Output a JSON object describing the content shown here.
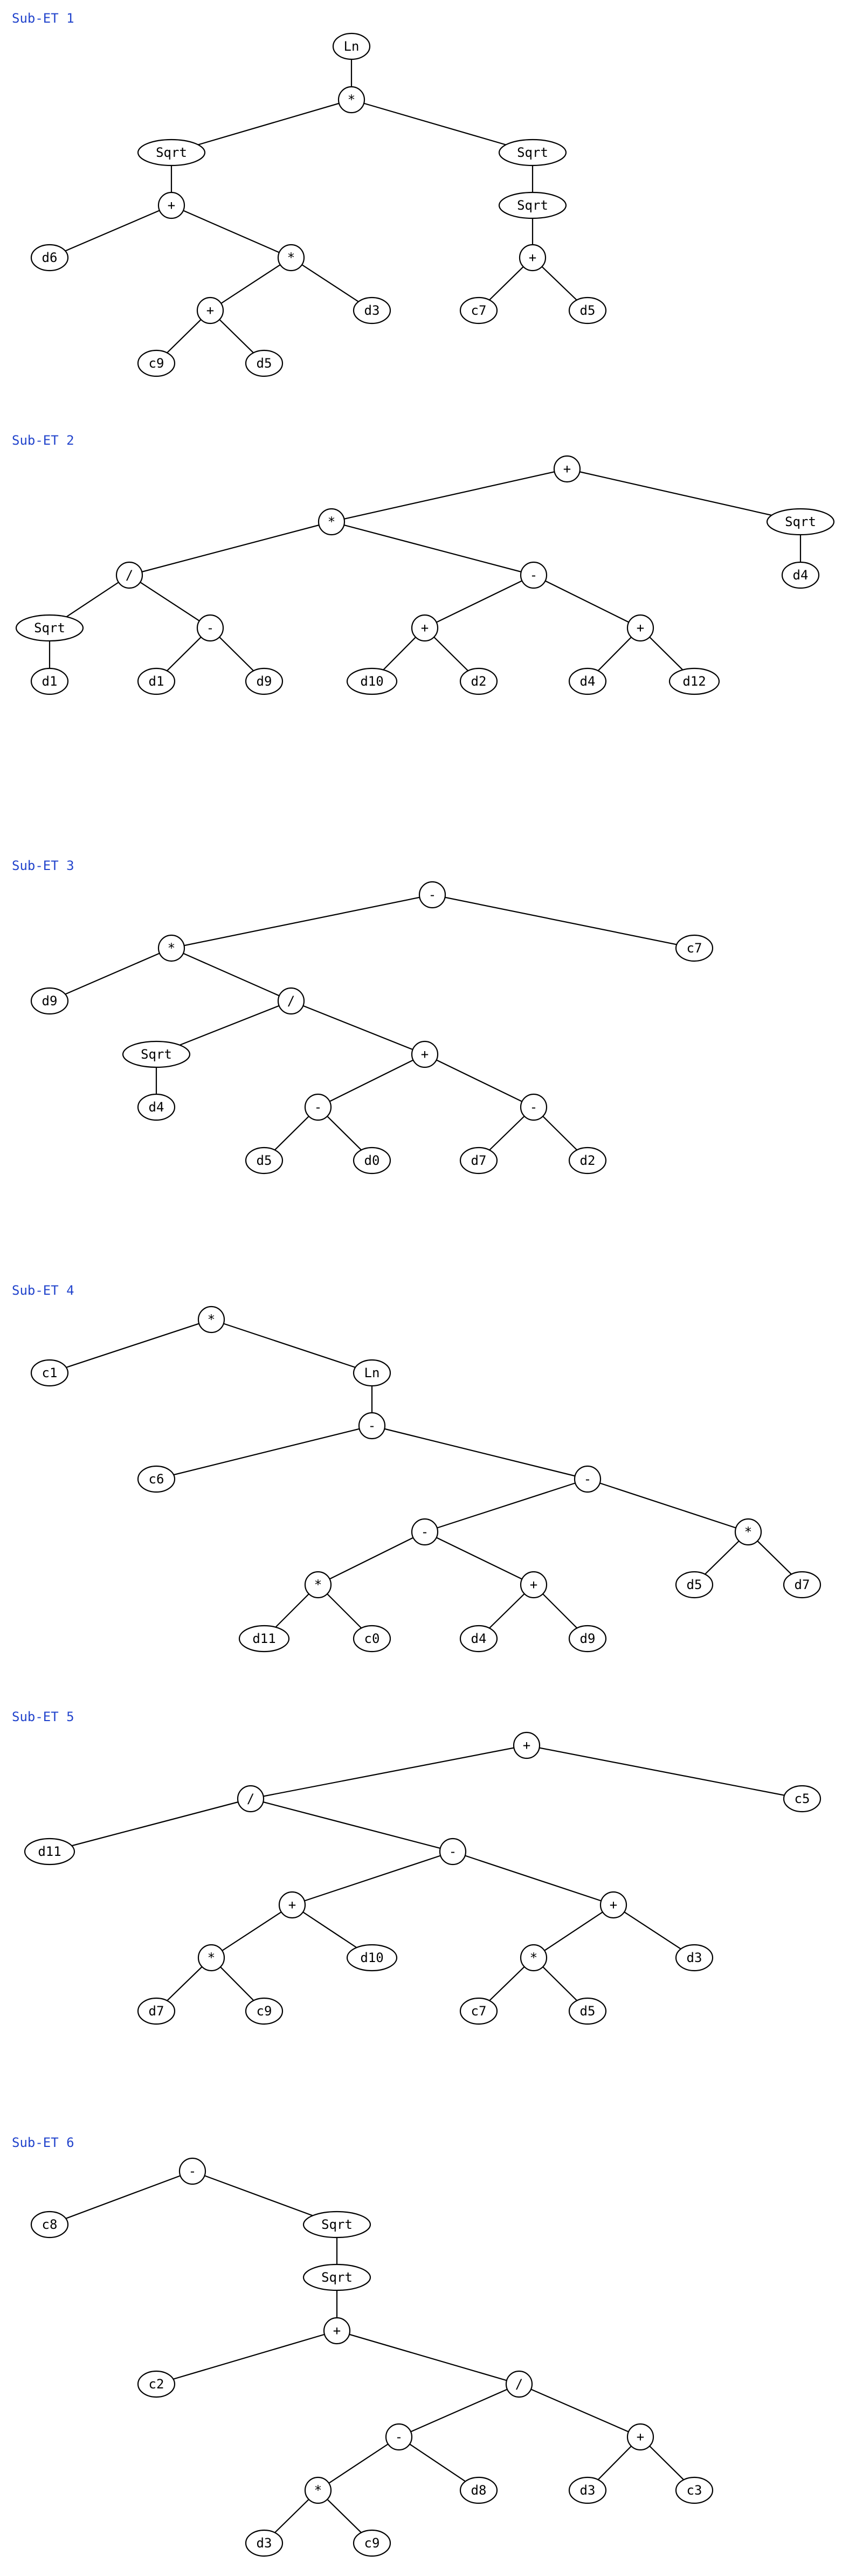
{
  "trees": [
    {
      "title": "Sub-ET 1",
      "nodes": [
        {
          "id": "n1",
          "label": "Ln",
          "parent": null
        },
        {
          "id": "n2",
          "label": "*",
          "parent": "n1"
        },
        {
          "id": "n3",
          "label": "Sqrt",
          "parent": "n2"
        },
        {
          "id": "n4",
          "label": "Sqrt",
          "parent": "n2"
        },
        {
          "id": "n5",
          "label": "+",
          "parent": "n3"
        },
        {
          "id": "n6",
          "label": "Sqrt",
          "parent": "n4"
        },
        {
          "id": "n7",
          "label": "d6",
          "parent": "n5"
        },
        {
          "id": "n8",
          "label": "*",
          "parent": "n5"
        },
        {
          "id": "n9",
          "label": "+",
          "parent": "n6"
        },
        {
          "id": "n10",
          "label": "+",
          "parent": "n8"
        },
        {
          "id": "n11",
          "label": "d3",
          "parent": "n8"
        },
        {
          "id": "n12",
          "label": "c7",
          "parent": "n9"
        },
        {
          "id": "n13",
          "label": "d5",
          "parent": "n9"
        },
        {
          "id": "n14",
          "label": "c9",
          "parent": "n10"
        },
        {
          "id": "n15",
          "label": "d5",
          "parent": "n10"
        }
      ]
    },
    {
      "title": "Sub-ET 2",
      "nodes": [
        {
          "id": "n1",
          "label": "+",
          "parent": null
        },
        {
          "id": "n2",
          "label": "*",
          "parent": "n1"
        },
        {
          "id": "n3",
          "label": "Sqrt",
          "parent": "n1"
        },
        {
          "id": "n4",
          "label": "/",
          "parent": "n2"
        },
        {
          "id": "n5",
          "label": "-",
          "parent": "n2"
        },
        {
          "id": "n6",
          "label": "d4",
          "parent": "n3"
        },
        {
          "id": "n7",
          "label": "Sqrt",
          "parent": "n4"
        },
        {
          "id": "n8",
          "label": "-",
          "parent": "n4"
        },
        {
          "id": "n9",
          "label": "+",
          "parent": "n5"
        },
        {
          "id": "n10",
          "label": "+",
          "parent": "n5"
        },
        {
          "id": "n11",
          "label": "d1",
          "parent": "n7"
        },
        {
          "id": "n12",
          "label": "d1",
          "parent": "n8"
        },
        {
          "id": "n13",
          "label": "d9",
          "parent": "n8"
        },
        {
          "id": "n14",
          "label": "d10",
          "parent": "n9"
        },
        {
          "id": "n15",
          "label": "d2",
          "parent": "n9"
        },
        {
          "id": "n16",
          "label": "d4",
          "parent": "n10"
        },
        {
          "id": "n17",
          "label": "d12",
          "parent": "n10"
        }
      ]
    },
    {
      "title": "Sub-ET 3",
      "nodes": [
        {
          "id": "n1",
          "label": "-",
          "parent": null
        },
        {
          "id": "n2",
          "label": "*",
          "parent": "n1"
        },
        {
          "id": "n3",
          "label": "c7",
          "parent": "n1"
        },
        {
          "id": "n4",
          "label": "d9",
          "parent": "n2"
        },
        {
          "id": "n5",
          "label": "/",
          "parent": "n2"
        },
        {
          "id": "n6",
          "label": "Sqrt",
          "parent": "n5"
        },
        {
          "id": "n7",
          "label": "+",
          "parent": "n5"
        },
        {
          "id": "n8",
          "label": "d4",
          "parent": "n6"
        },
        {
          "id": "n9",
          "label": "-",
          "parent": "n7"
        },
        {
          "id": "n10",
          "label": "-",
          "parent": "n7"
        },
        {
          "id": "n11",
          "label": "d5",
          "parent": "n9"
        },
        {
          "id": "n12",
          "label": "d0",
          "parent": "n9"
        },
        {
          "id": "n13",
          "label": "d7",
          "parent": "n10"
        },
        {
          "id": "n14",
          "label": "d2",
          "parent": "n10"
        }
      ]
    },
    {
      "title": "Sub-ET 4",
      "nodes": [
        {
          "id": "n1",
          "label": "*",
          "parent": null
        },
        {
          "id": "n2",
          "label": "c1",
          "parent": "n1"
        },
        {
          "id": "n3",
          "label": "Ln",
          "parent": "n1"
        },
        {
          "id": "n4",
          "label": "-",
          "parent": "n3"
        },
        {
          "id": "n5",
          "label": "c6",
          "parent": "n4"
        },
        {
          "id": "n6",
          "label": "-",
          "parent": "n4"
        },
        {
          "id": "n7",
          "label": "-",
          "parent": "n6"
        },
        {
          "id": "n8",
          "label": "*",
          "parent": "n6"
        },
        {
          "id": "n9",
          "label": "*",
          "parent": "n7"
        },
        {
          "id": "n10",
          "label": "+",
          "parent": "n7"
        },
        {
          "id": "n11",
          "label": "d5",
          "parent": "n8"
        },
        {
          "id": "n12",
          "label": "d7",
          "parent": "n8"
        },
        {
          "id": "n13",
          "label": "d11",
          "parent": "n9"
        },
        {
          "id": "n14",
          "label": "c0",
          "parent": "n9"
        },
        {
          "id": "n15",
          "label": "d4",
          "parent": "n10"
        },
        {
          "id": "n16",
          "label": "d9",
          "parent": "n10"
        }
      ]
    },
    {
      "title": "Sub-ET 5",
      "nodes": [
        {
          "id": "n1",
          "label": "+",
          "parent": null
        },
        {
          "id": "n2",
          "label": "/",
          "parent": "n1"
        },
        {
          "id": "n3",
          "label": "c5",
          "parent": "n1"
        },
        {
          "id": "n4",
          "label": "d11",
          "parent": "n2"
        },
        {
          "id": "n5",
          "label": "-",
          "parent": "n2"
        },
        {
          "id": "n6",
          "label": "+",
          "parent": "n5"
        },
        {
          "id": "n7",
          "label": "+",
          "parent": "n5"
        },
        {
          "id": "n8",
          "label": "*",
          "parent": "n6"
        },
        {
          "id": "n9",
          "label": "d10",
          "parent": "n6"
        },
        {
          "id": "n10",
          "label": "*",
          "parent": "n7"
        },
        {
          "id": "n11",
          "label": "d3",
          "parent": "n7"
        },
        {
          "id": "n12",
          "label": "d7",
          "parent": "n8"
        },
        {
          "id": "n13",
          "label": "c9",
          "parent": "n8"
        },
        {
          "id": "n14",
          "label": "c7",
          "parent": "n10"
        },
        {
          "id": "n15",
          "label": "d5",
          "parent": "n10"
        }
      ]
    },
    {
      "title": "Sub-ET 6",
      "nodes": [
        {
          "id": "n1",
          "label": "-",
          "parent": null
        },
        {
          "id": "n2",
          "label": "c8",
          "parent": "n1"
        },
        {
          "id": "n3",
          "label": "Sqrt",
          "parent": "n1"
        },
        {
          "id": "n4",
          "label": "Sqrt",
          "parent": "n3"
        },
        {
          "id": "n5",
          "label": "+",
          "parent": "n4"
        },
        {
          "id": "n6",
          "label": "c2",
          "parent": "n5"
        },
        {
          "id": "n7",
          "label": "/",
          "parent": "n5"
        },
        {
          "id": "n8",
          "label": "-",
          "parent": "n7"
        },
        {
          "id": "n9",
          "label": "+",
          "parent": "n7"
        },
        {
          "id": "n10",
          "label": "*",
          "parent": "n8"
        },
        {
          "id": "n11",
          "label": "d8",
          "parent": "n8"
        },
        {
          "id": "n12",
          "label": "d3",
          "parent": "n9"
        },
        {
          "id": "n13",
          "label": "c3",
          "parent": "n9"
        },
        {
          "id": "n14",
          "label": "d3",
          "parent": "n10"
        },
        {
          "id": "n15",
          "label": "c9",
          "parent": "n10"
        }
      ]
    }
  ]
}
